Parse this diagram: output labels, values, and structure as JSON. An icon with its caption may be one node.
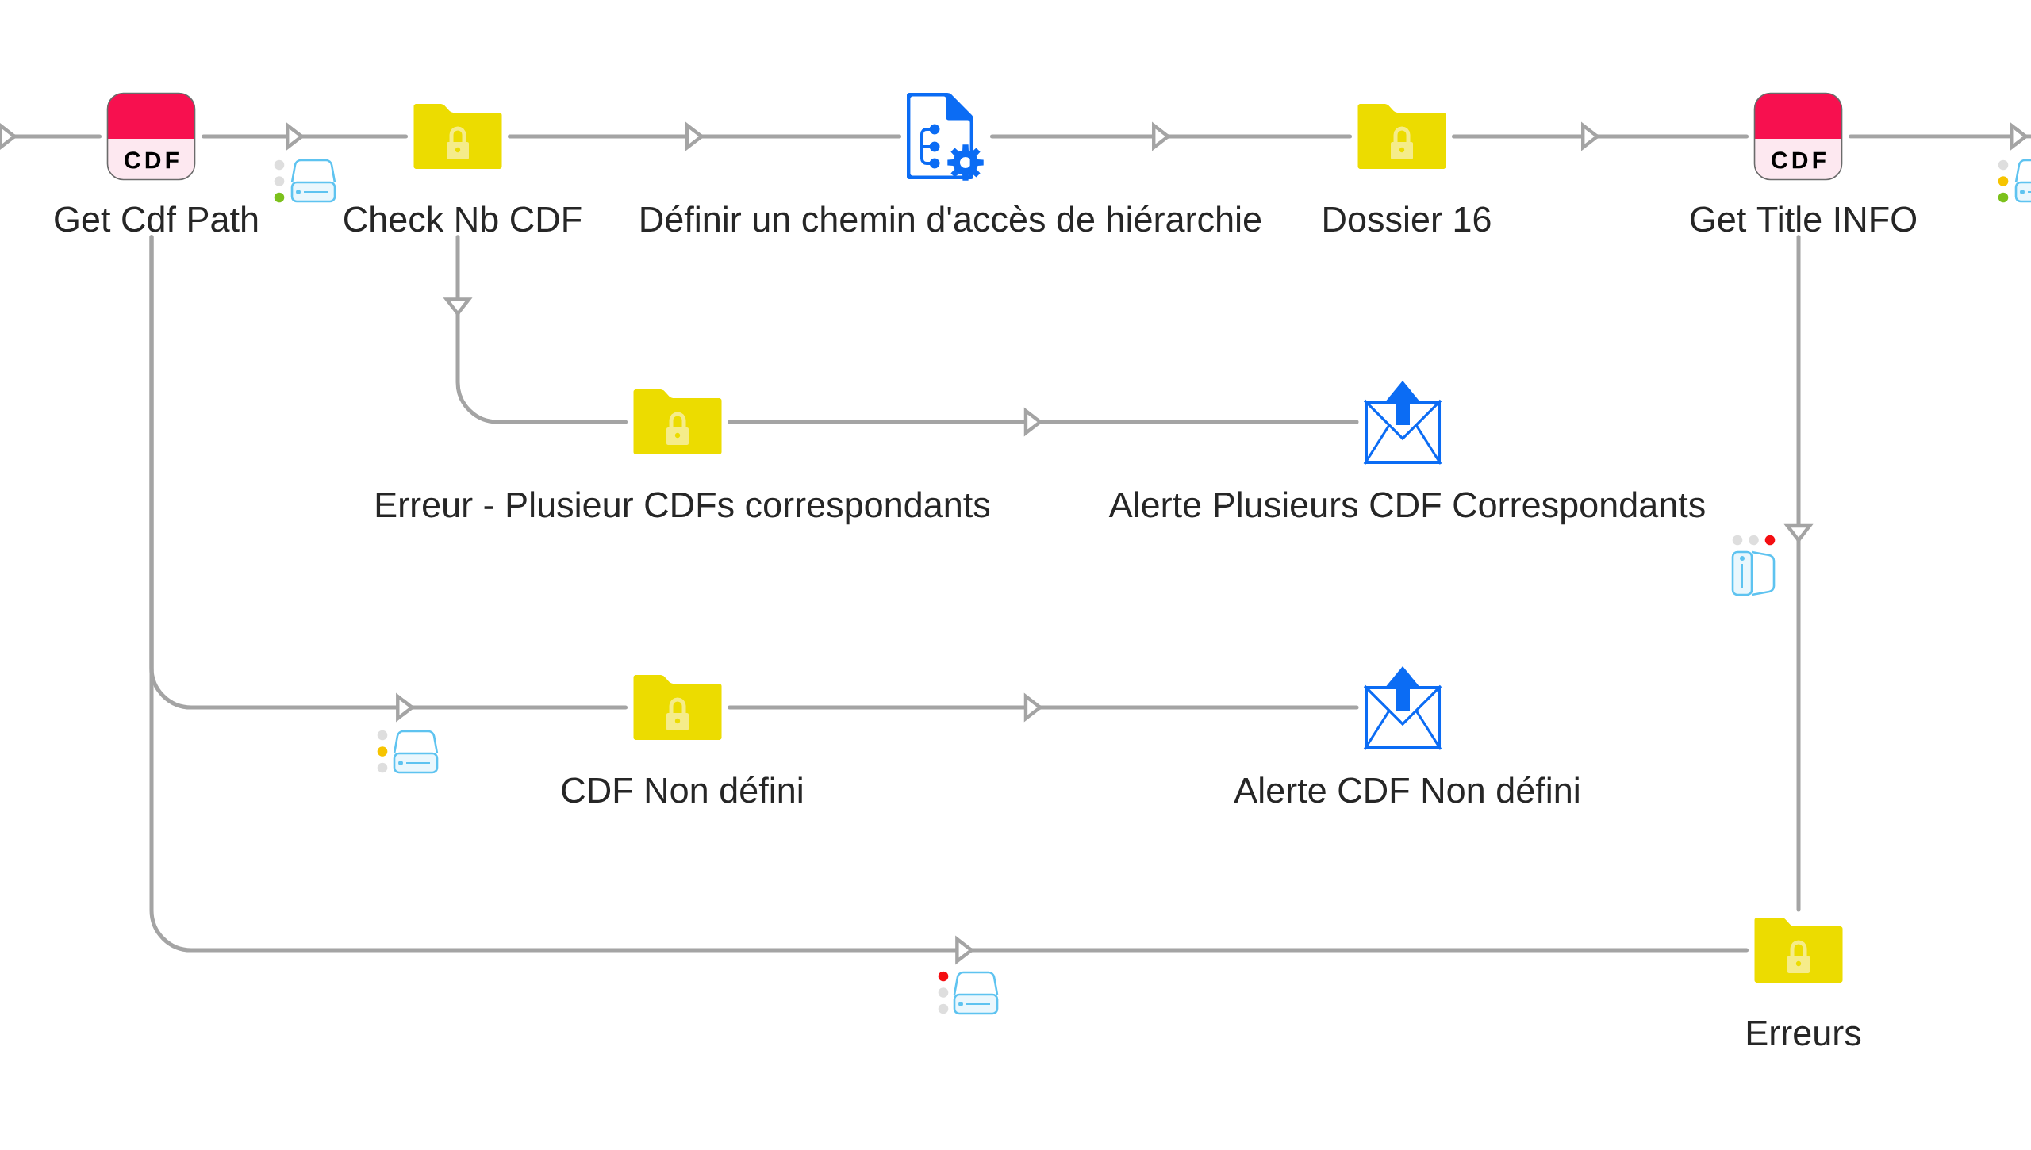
{
  "diagram": {
    "nodes": [
      {
        "text": [
          "CDF",
          "Get Cdf Path"
        ]
      },
      {
        "text": [
          "Check Nb CDF"
        ]
      },
      {
        "text": [
          "Définir un chemin d'accès de hiérarchie"
        ]
      },
      {
        "text": [
          "Dossier 16"
        ]
      },
      {
        "text": [
          "CDF",
          "Get Title INFO"
        ]
      },
      {
        "text": [
          "Erreur - Plusieur CDFs correspondants"
        ]
      },
      {
        "text": [
          "Alerte Plusieurs CDF Correspondants"
        ]
      },
      {
        "text": [
          "CDF Non défini"
        ]
      },
      {
        "text": [
          "Alerte CDF Non défini"
        ]
      },
      {
        "text": [
          "Erreurs"
        ]
      }
    ],
    "edges": [
      {
        "from": null,
        "to": 0,
        "arrow": "to"
      },
      {
        "from": 0,
        "to": 1,
        "arrow": "to"
      },
      {
        "from": 1,
        "to": 2,
        "arrow": "to"
      },
      {
        "from": 2,
        "to": 3,
        "arrow": "to"
      },
      {
        "from": 3,
        "to": 4,
        "arrow": "to"
      },
      {
        "from": 4,
        "to": null,
        "arrow": "to"
      },
      {
        "from": 1,
        "to": 5,
        "arrow": "to"
      },
      {
        "from": 5,
        "to": 6,
        "arrow": "to"
      },
      {
        "from": 0,
        "to": 7,
        "arrow": "to"
      },
      {
        "from": 7,
        "to": 8,
        "arrow": "to"
      },
      {
        "from": 0,
        "to": 9,
        "arrow": "to"
      },
      {
        "from": 4,
        "to": 9,
        "arrow": "to"
      }
    ]
  }
}
